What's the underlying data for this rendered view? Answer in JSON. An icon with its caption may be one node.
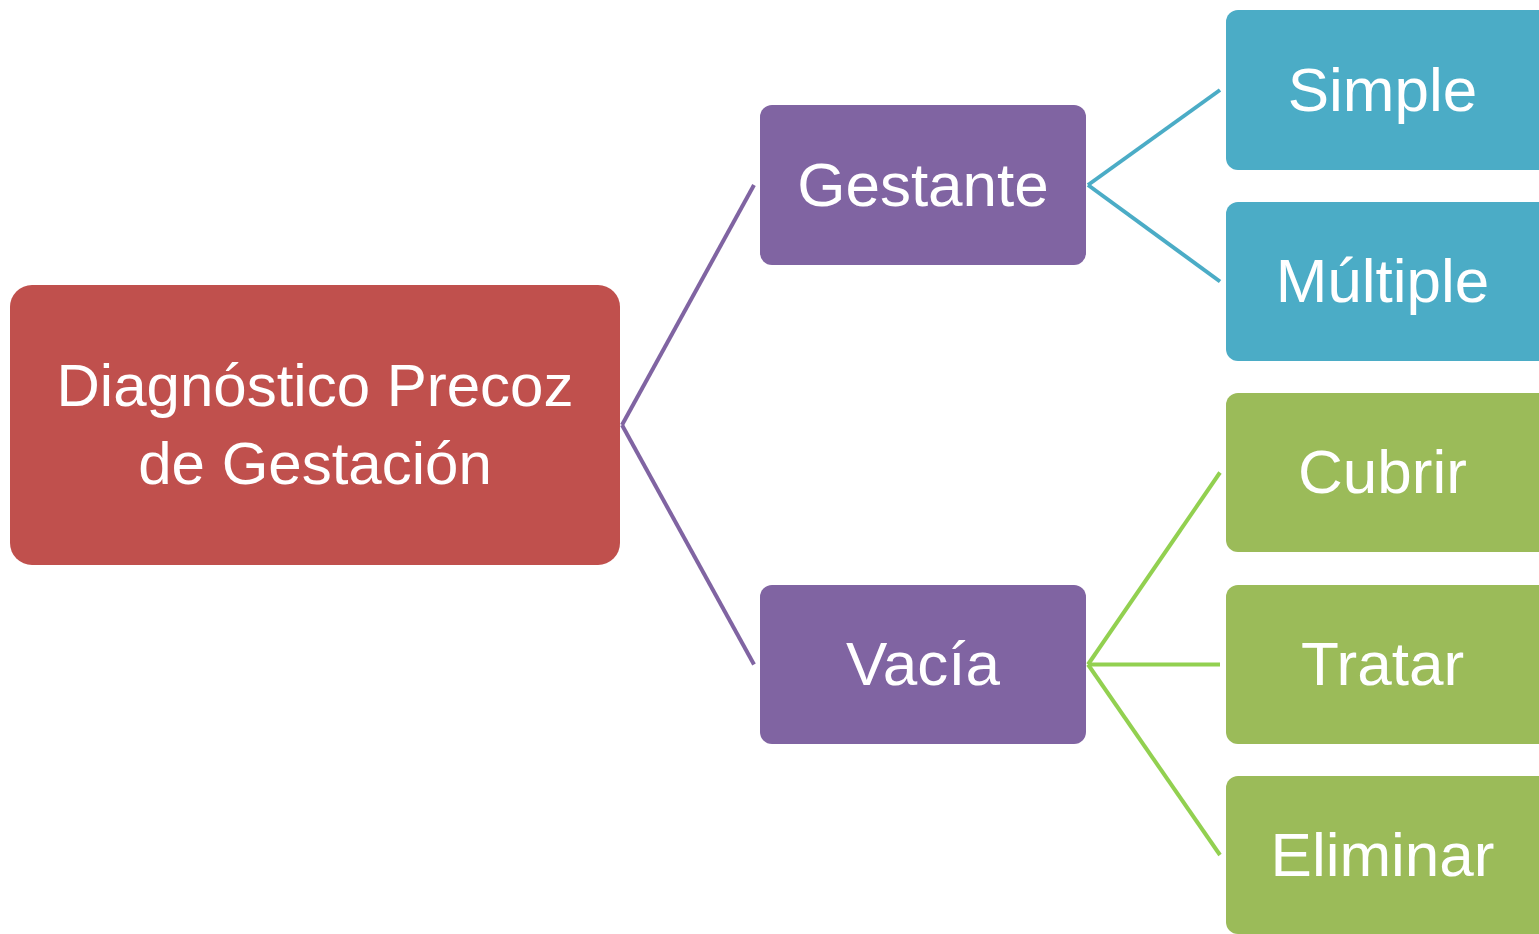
{
  "diagram": {
    "nodes": [
      {
        "text": [
          "Diagnóstico Precoz de Gestación"
        ]
      },
      {
        "text": [
          "Gestante"
        ]
      },
      {
        "text": [
          "Vacía"
        ]
      },
      {
        "text": [
          "Simple"
        ]
      },
      {
        "text": [
          "Múltiple"
        ]
      },
      {
        "text": [
          "Cubrir"
        ]
      },
      {
        "text": [
          "Tratar"
        ]
      },
      {
        "text": [
          "Eliminar"
        ]
      }
    ],
    "edges": [
      {
        "from": 0,
        "to": 1,
        "arrow": "none",
        "color": "#8064a2"
      },
      {
        "from": 0,
        "to": 2,
        "arrow": "none",
        "color": "#8064a2"
      },
      {
        "from": 1,
        "to": 3,
        "arrow": "none",
        "color": "#4bacc6"
      },
      {
        "from": 1,
        "to": 4,
        "arrow": "none",
        "color": "#4bacc6"
      },
      {
        "from": 2,
        "to": 5,
        "arrow": "none",
        "color": "#92d050"
      },
      {
        "from": 2,
        "to": 6,
        "arrow": "none",
        "color": "#92d050"
      },
      {
        "from": 2,
        "to": 7,
        "arrow": "none",
        "color": "#92d050"
      }
    ]
  }
}
